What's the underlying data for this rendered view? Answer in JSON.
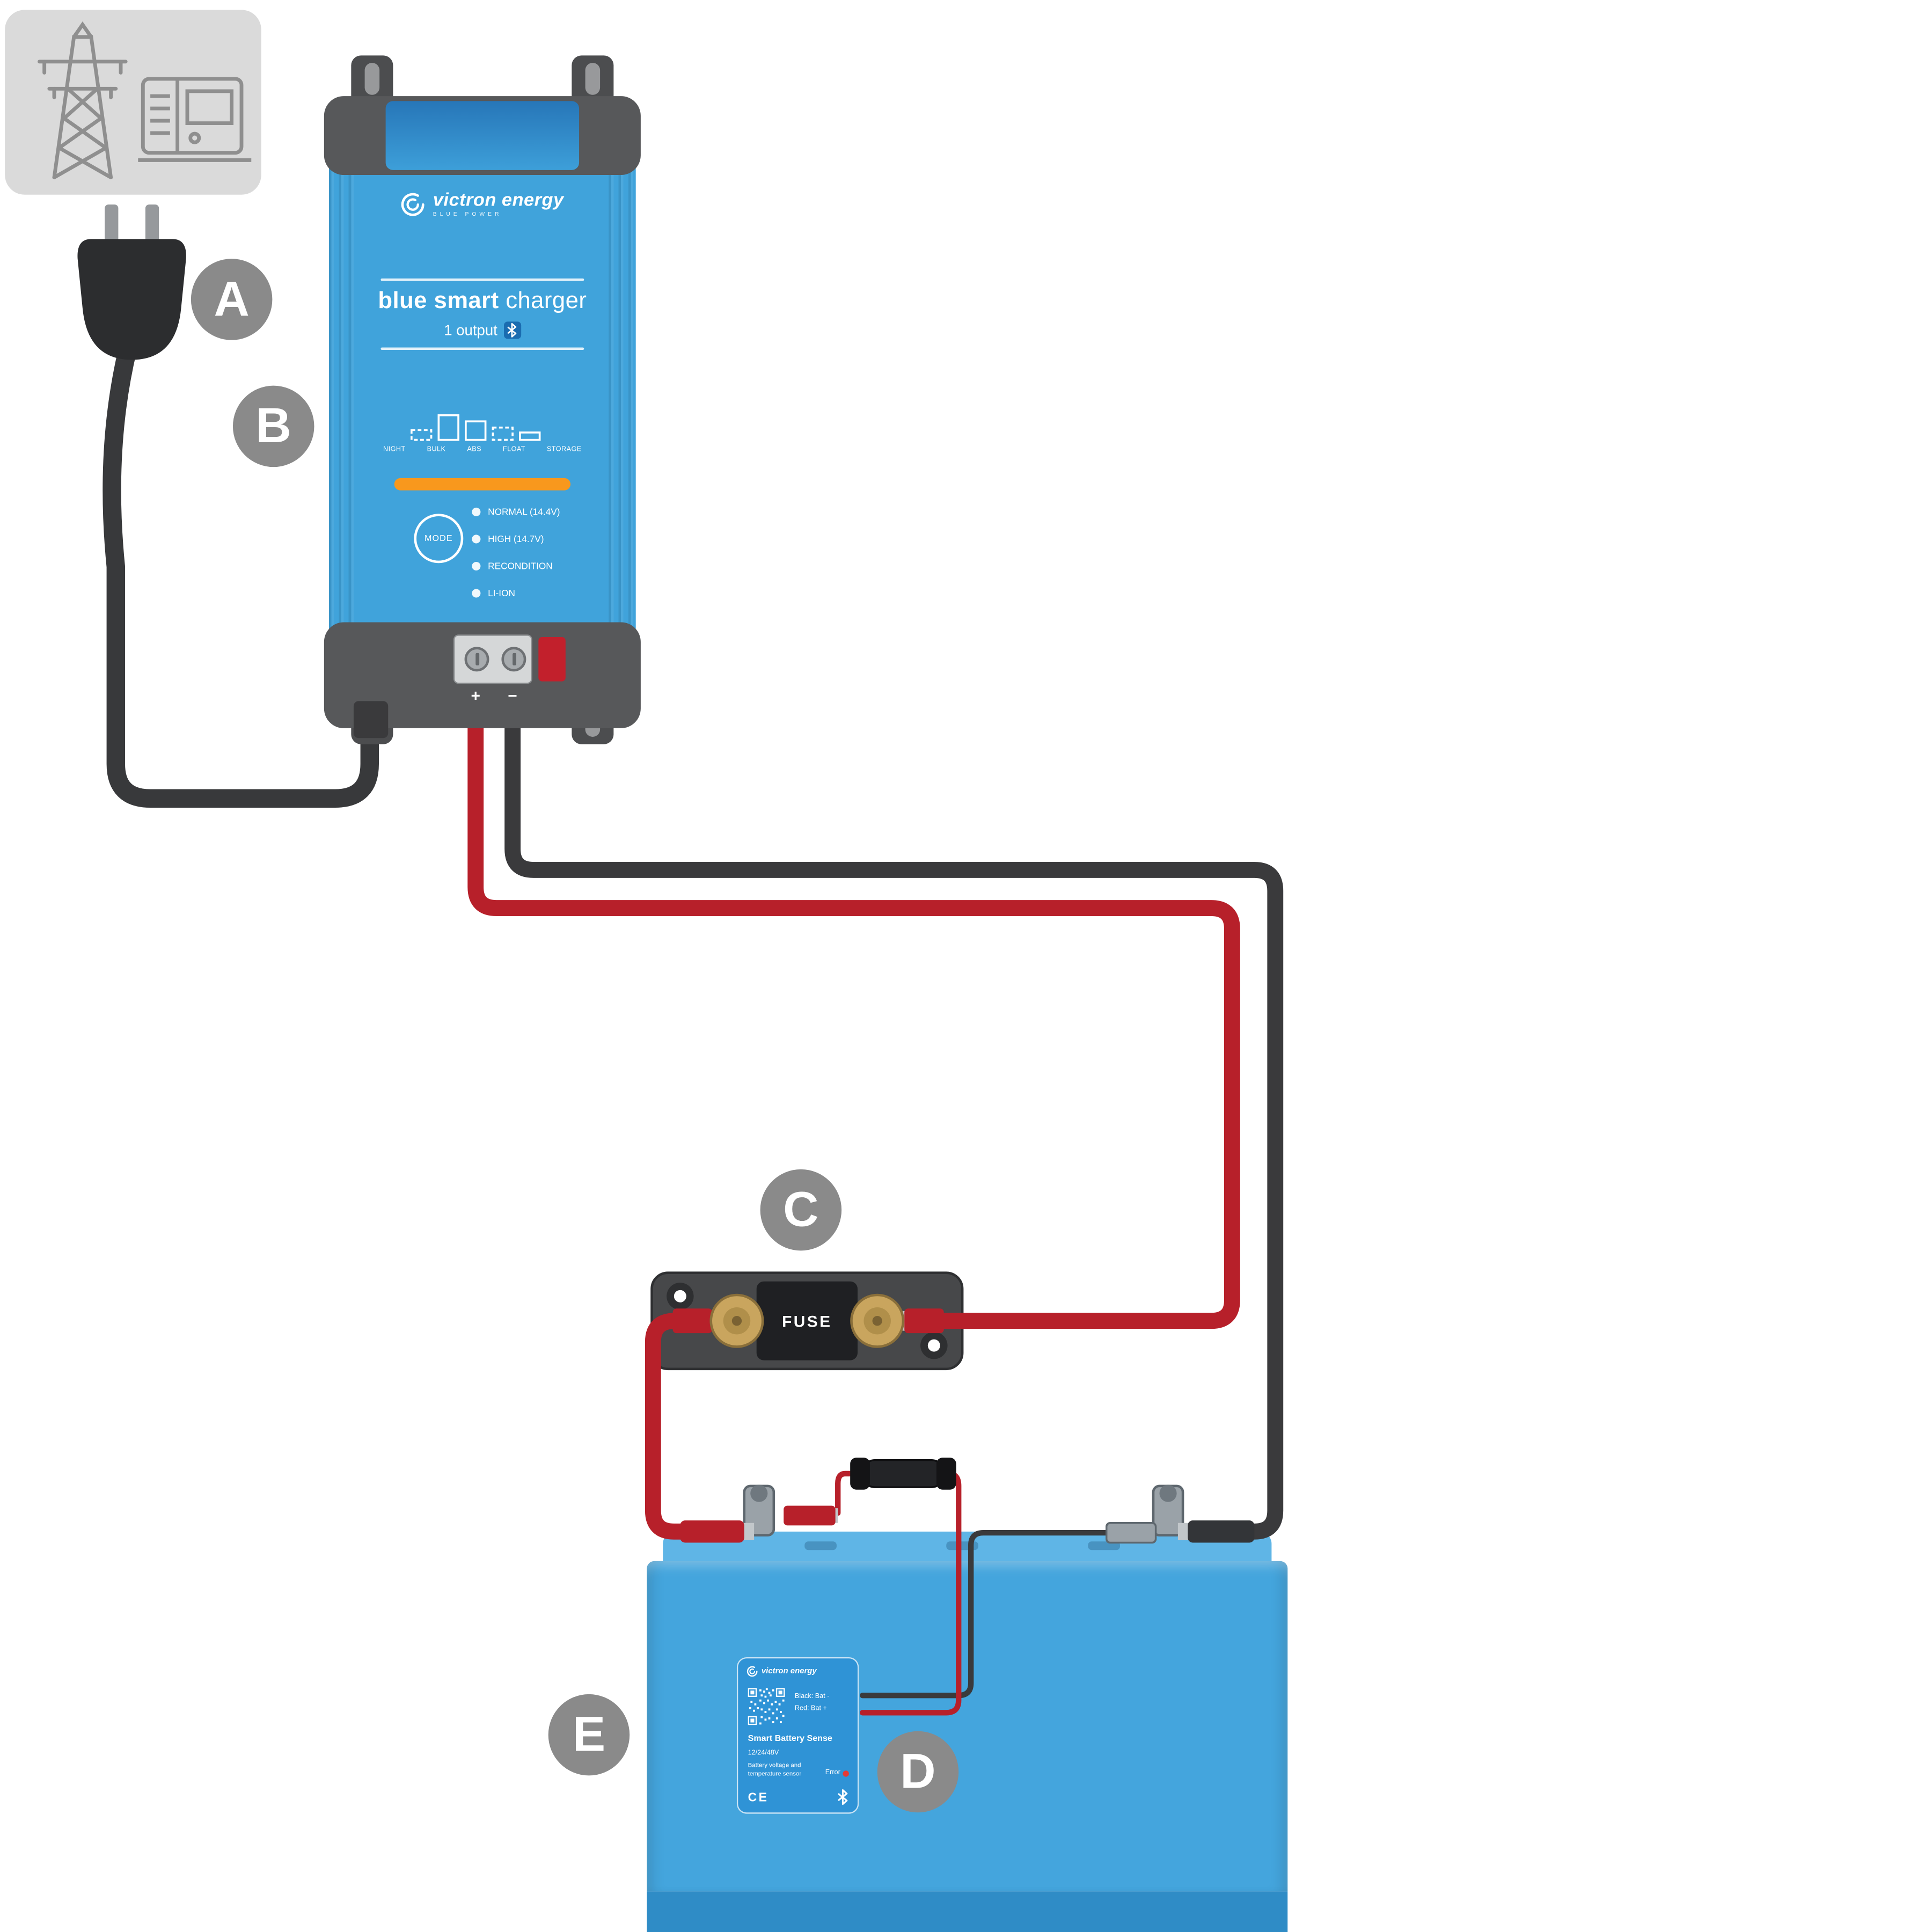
{
  "callouts": {
    "a": "A",
    "b": "B",
    "c": "C",
    "d": "D",
    "e": "E"
  },
  "charger": {
    "brand": "victron energy",
    "brand_sub": "BLUE POWER",
    "product_bold": "blue smart",
    "product_light": "charger",
    "output_label": "1 output",
    "stages": [
      "NIGHT",
      "BULK",
      "ABS",
      "FLOAT",
      "STORAGE"
    ],
    "mode_button": "MODE",
    "modes": [
      "NORMAL (14.4V)",
      "HIGH (14.7V)",
      "RECONDITION",
      "LI-ION"
    ],
    "terminal_plus": "+",
    "terminal_minus": "−"
  },
  "fuse_holder": {
    "label": "FUSE"
  },
  "battery_sense": {
    "brand": "victron energy",
    "wire_black": "Black: Bat -",
    "wire_red": "Red: Bat +",
    "title": "Smart Battery Sense",
    "voltage_range": "12/24/48V",
    "subtitle": "Battery voltage and temperature sensor",
    "error_label": "Error",
    "ce_mark": "CE"
  },
  "icons": {
    "power_grid": "transmission-tower-icon",
    "generator": "generator-icon",
    "victron_swirl": "victron-logo-icon",
    "bluetooth": "bluetooth-icon",
    "qr": "qr-code"
  },
  "colors": {
    "victron_blue": "#40A3DB",
    "battery_blue": "#44A5DD",
    "cap_gray": "#57585A",
    "wire_red": "#B7202A",
    "wire_black": "#3A3A3C",
    "accent_orange": "#F8981D",
    "callout_gray": "#8A8A8A",
    "brass": "#C9A55E"
  }
}
